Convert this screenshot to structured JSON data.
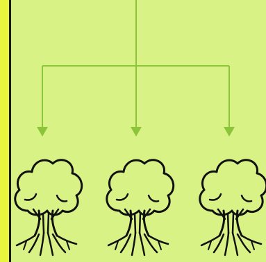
{
  "diagram": {
    "colors": {
      "background": "#d9f286",
      "left_strip": "#e8f53f",
      "border": "#1a1a1a",
      "connector": "#8cc43a",
      "tree_stroke": "#111111"
    },
    "nodes": [
      {
        "id": "tree-1",
        "icon": "tree-icon"
      },
      {
        "id": "tree-2",
        "icon": "tree-icon"
      },
      {
        "id": "tree-3",
        "icon": "tree-icon"
      }
    ],
    "connector": {
      "type": "one-to-three-branch",
      "arrowheads": "down"
    }
  }
}
